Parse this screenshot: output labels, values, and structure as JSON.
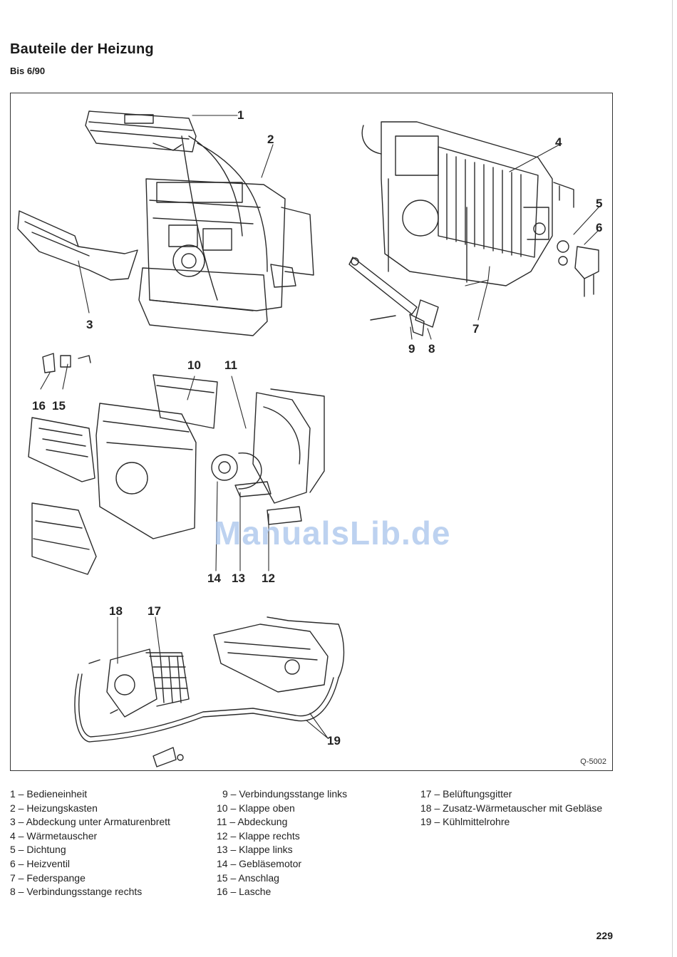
{
  "page": {
    "title": "Bauteile der Heizung",
    "subtitle": "Bis 6/90",
    "page_number": "229"
  },
  "figure": {
    "code": "Q-5002",
    "watermark": "ManualsLib.de",
    "callouts": [
      "1",
      "2",
      "3",
      "4",
      "5",
      "6",
      "7",
      "8",
      "9",
      "10",
      "11",
      "12",
      "13",
      "14",
      "15",
      "16",
      "17",
      "18",
      "19"
    ]
  },
  "legend": {
    "col1": [
      "1 – Bedieneinheit",
      "2 – Heizungskasten",
      "3 – Abdeckung unter Armaturenbrett",
      "4 – Wärmetauscher",
      "5 – Dichtung",
      "6 – Heizventil",
      "7 – Federspange",
      "8 – Verbindungsstange rechts"
    ],
    "col2": [
      "9 – Verbindungsstange links",
      "10 – Klappe oben",
      "11 – Abdeckung",
      "12 – Klappe rechts",
      "13 – Klappe links",
      "14 – Gebläsemotor",
      "15 – Anschlag",
      "16 – Lasche"
    ],
    "col3": [
      "17 – Belüftungsgitter",
      "18 – Zusatz-Wärmetauscher mit Gebläse",
      "19 – Kühlmittelrohre"
    ]
  }
}
